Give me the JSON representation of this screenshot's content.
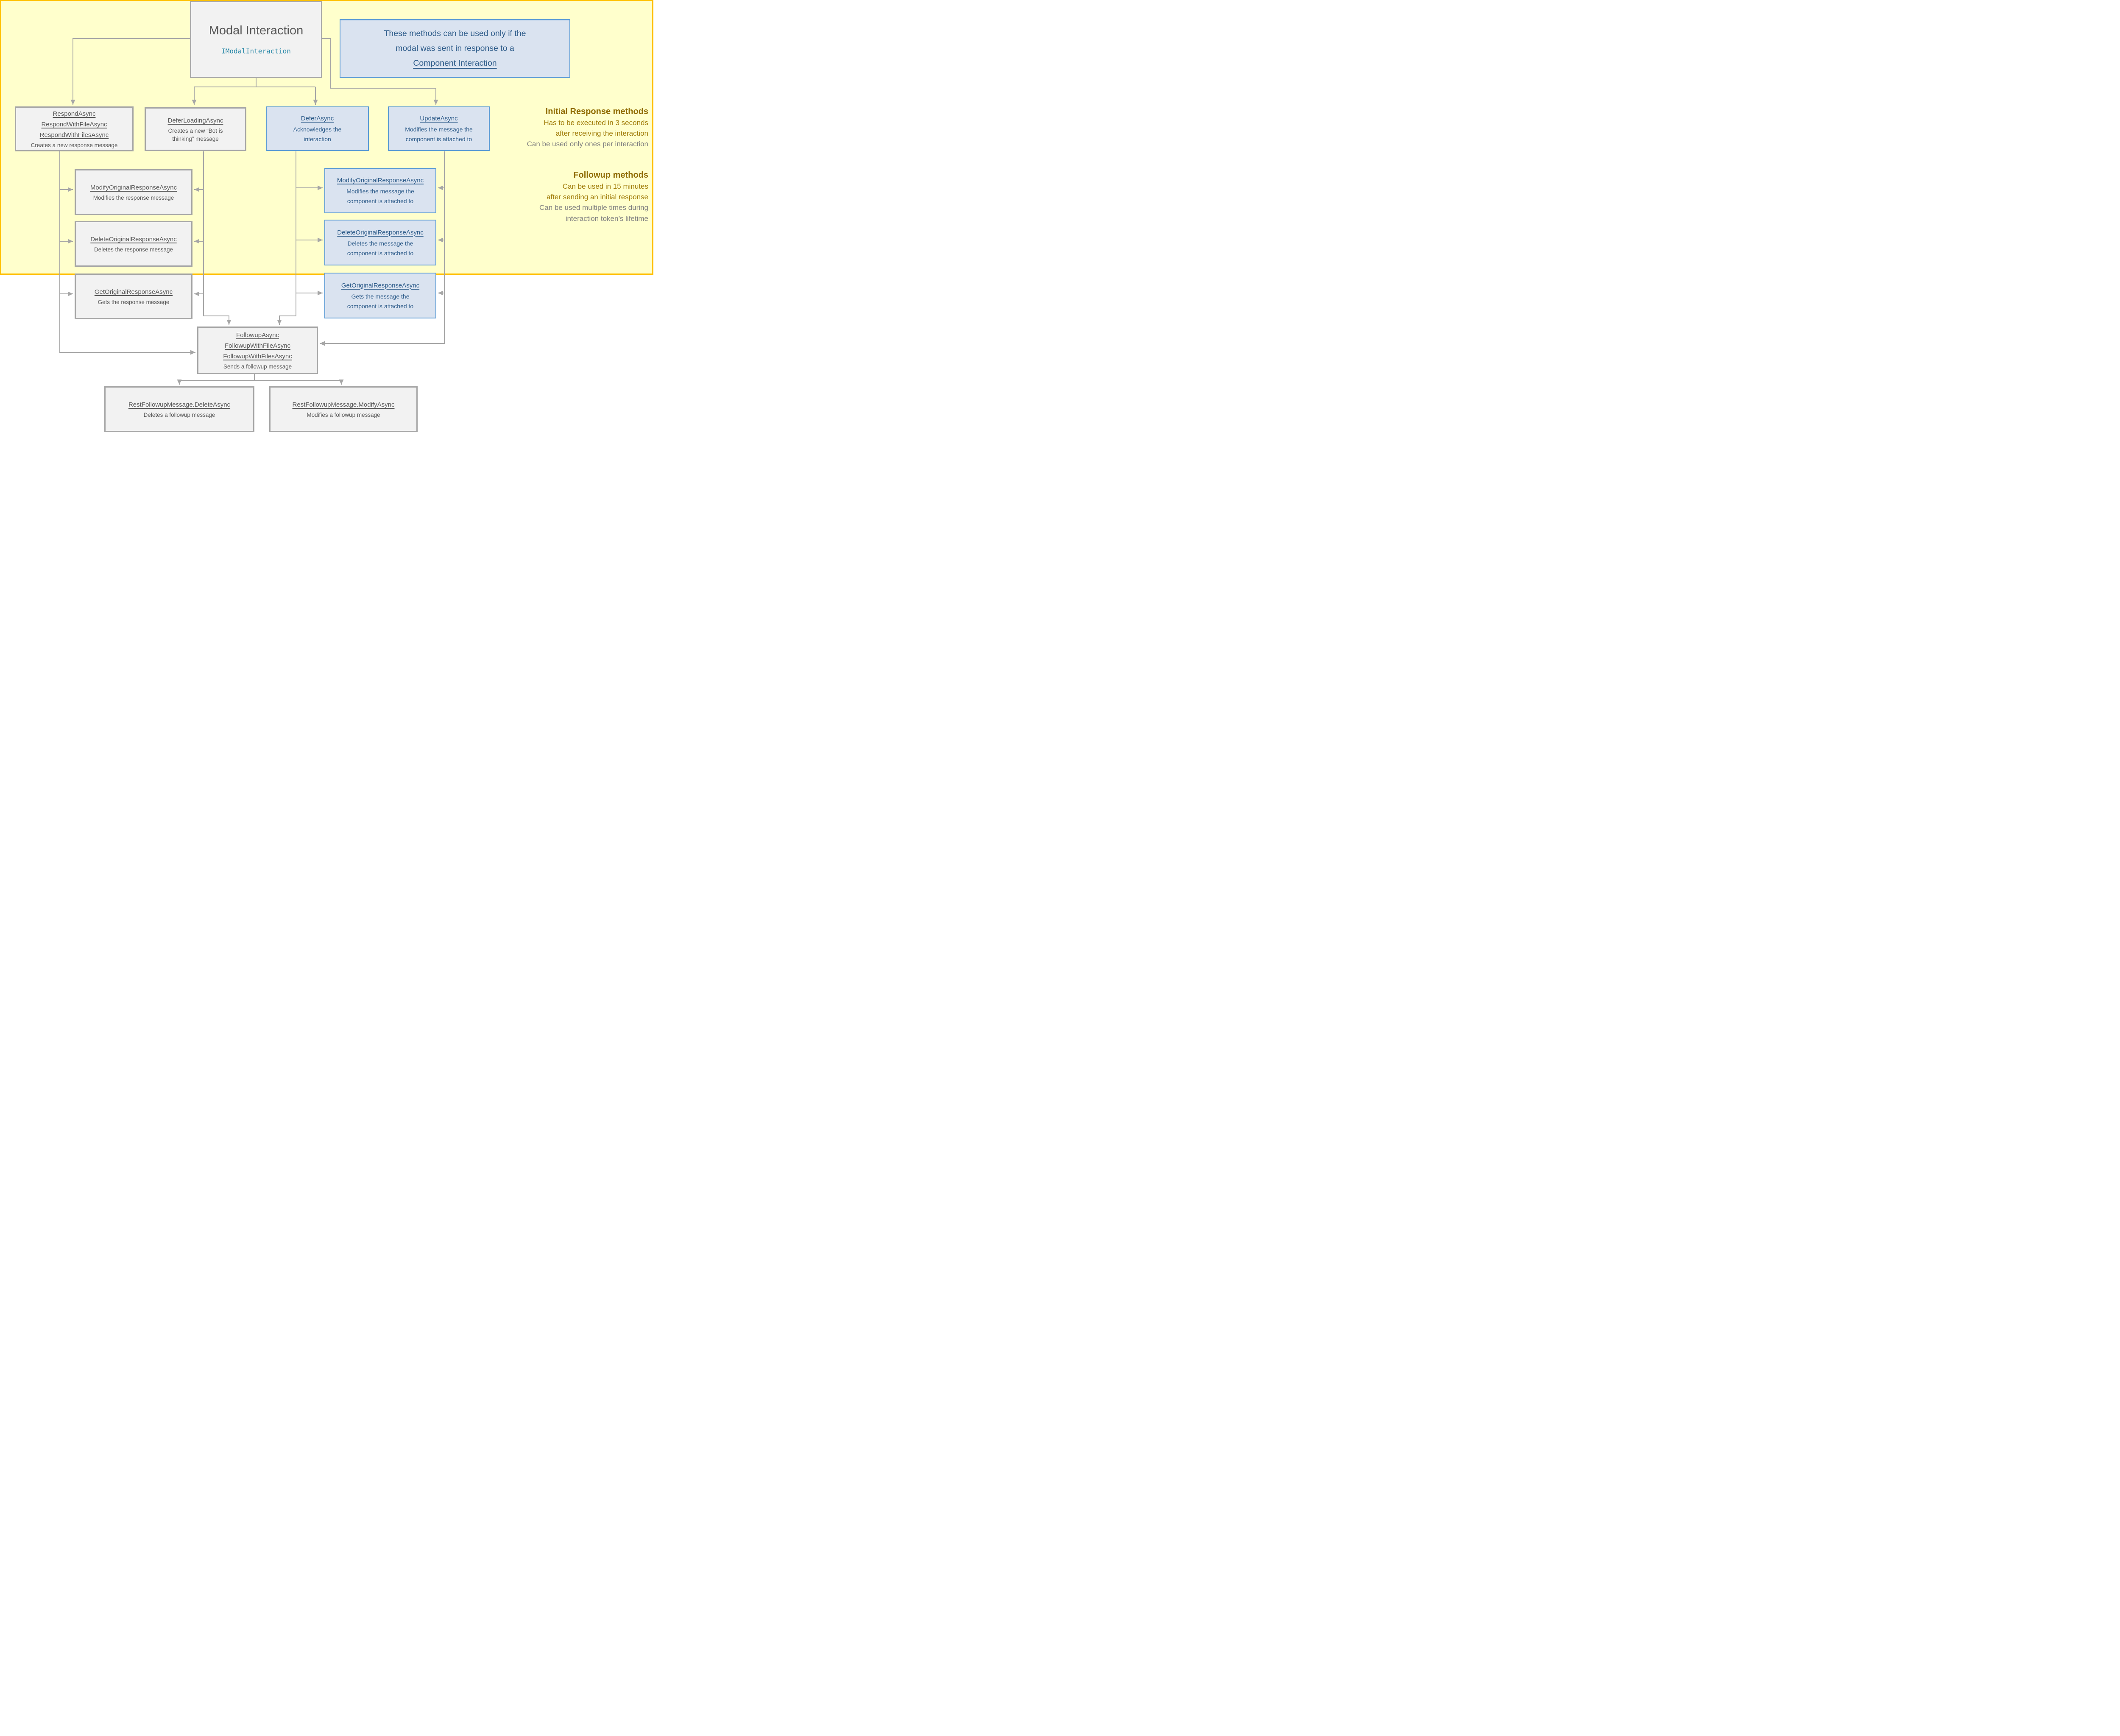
{
  "title_box": {
    "title": "Modal Interaction",
    "interface": "IModalInteraction"
  },
  "note_box": {
    "line1": "These methods can be used only if the",
    "line2": "modal was sent in response to a",
    "link_text": "Component Interaction"
  },
  "initial_section": {
    "heading": "Initial Response methods",
    "gold_line1": "Has to be executed in 3 seconds",
    "gold_line2": "after receiving the interaction",
    "gray_line": "Can be used only ones per interaction",
    "boxes": {
      "respond": {
        "methods": [
          "RespondAsync",
          "RespondWithFileAsync",
          "RespondWithFilesAsync"
        ],
        "desc": "Creates a new response message"
      },
      "defer_loading": {
        "methods": [
          "DeferLoadingAsync"
        ],
        "desc": "Creates a new “Bot is thinking” message"
      },
      "defer": {
        "methods": [
          "DeferAsync"
        ],
        "desc": "Acknowledges the interaction"
      },
      "update": {
        "methods": [
          "UpdateAsync"
        ],
        "desc": "Modifies the message the component is attached to"
      }
    }
  },
  "followup_section": {
    "heading": "Followup methods",
    "gold_line1": "Can be used in 15 minutes",
    "gold_line2": "after sending an initial response",
    "gray_line1": "Can be used multiple times during",
    "gray_line2": "interaction token’s lifetime",
    "boxes": {
      "modify_original": {
        "methods": [
          "ModifyOriginalResponseAsync"
        ],
        "desc": "Modifies the response message"
      },
      "delete_original": {
        "methods": [
          "DeleteOriginalResponseAsync"
        ],
        "desc": "Deletes the response message"
      },
      "get_original": {
        "methods": [
          "GetOriginalResponseAsync"
        ],
        "desc": "Gets the response message"
      },
      "modify_original_component": {
        "methods": [
          "ModifyOriginalResponseAsync"
        ],
        "desc": "Modifies the message the component is attached to"
      },
      "delete_original_component": {
        "methods": [
          "DeleteOriginalResponseAsync"
        ],
        "desc": "Deletes the message the component is attached to"
      },
      "get_original_component": {
        "methods": [
          "GetOriginalResponseAsync"
        ],
        "desc": "Gets  the message the component is attached to"
      },
      "followup": {
        "methods": [
          "FollowupAsync",
          "FollowupWithFileAsync",
          "FollowupWithFilesAsync"
        ],
        "desc": "Sends a followup message"
      },
      "rest_delete": {
        "methods": [
          "RestFollowupMessage.DeleteAsync"
        ],
        "desc": "Deletes a followup message"
      },
      "rest_modify": {
        "methods": [
          "RestFollowupMessage.ModifyAsync"
        ],
        "desc": "Modifies a followup message"
      }
    }
  },
  "colors": {
    "gold_border": "#FFC000",
    "pale_yellow_fill": "#FFFFCC",
    "gray_box_fill": "#F2F2F2",
    "gray_box_border": "#A6A6A6",
    "gray_text": "#595959",
    "blue_box_fill": "#DAE3F0",
    "blue_box_border": "#5B9BD5",
    "blue_text": "#2E5C8A",
    "teal_interface_text": "#2787A7",
    "gold_heading_text": "#8F6B00",
    "gold_body_text": "#A07C08",
    "gray_note_text": "#808080"
  }
}
